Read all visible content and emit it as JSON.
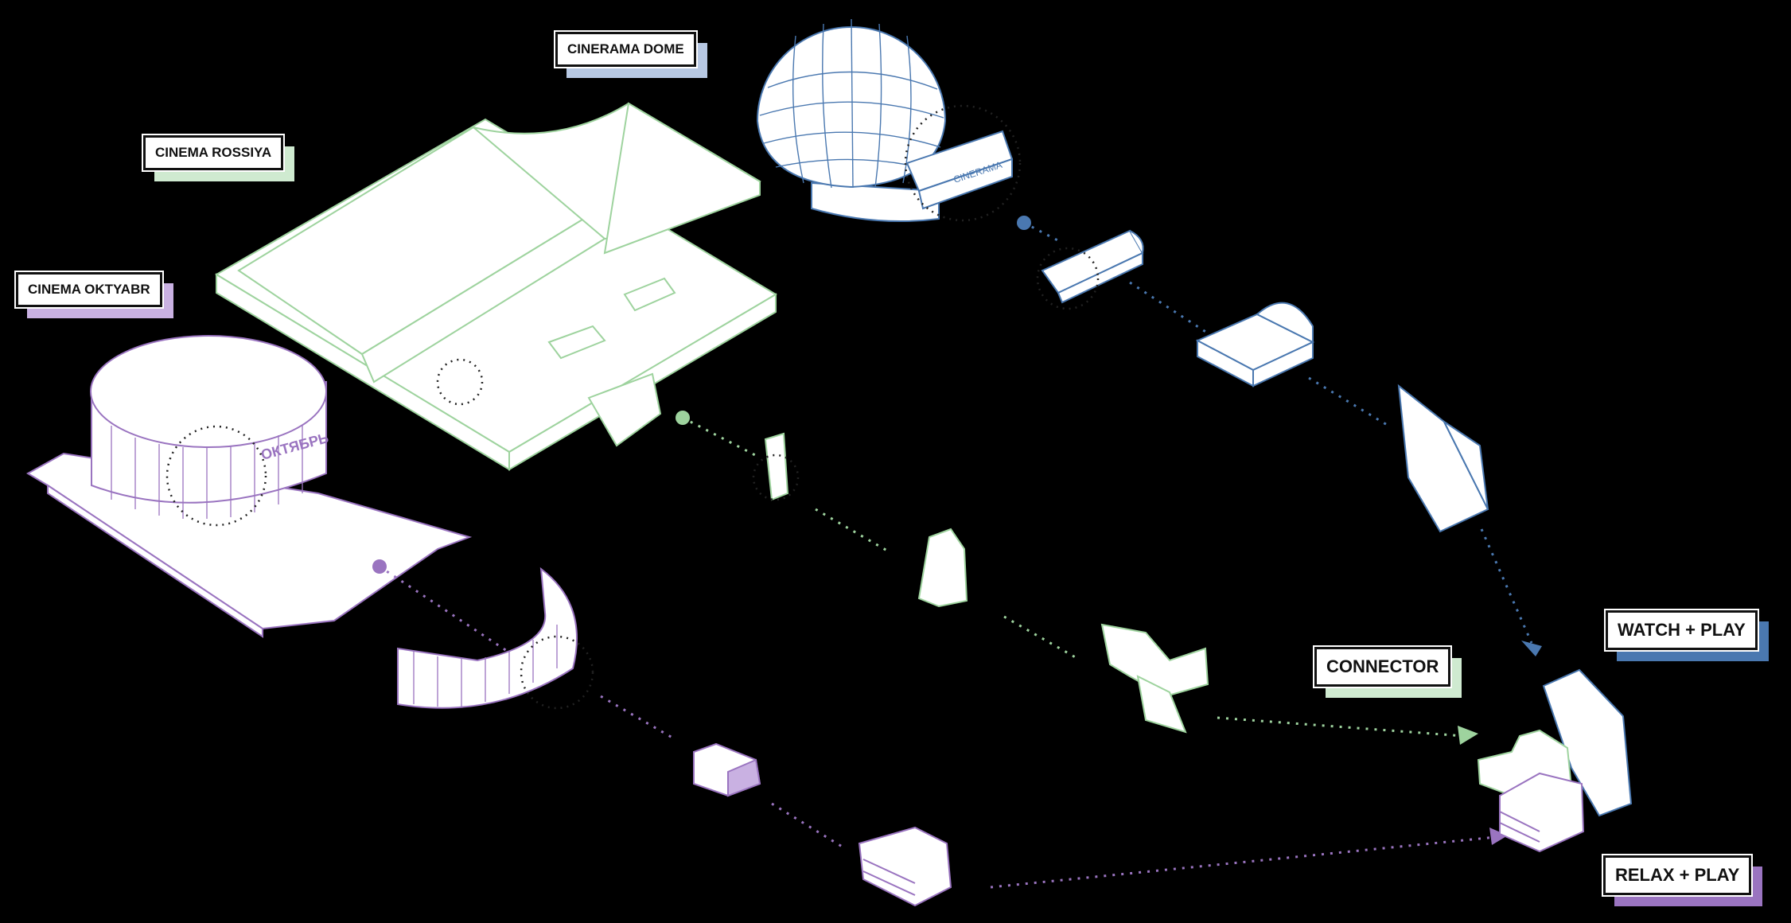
{
  "labels": {
    "cinerama_dome": "CINERAMA DOME",
    "cinema_rossiya": "CINEMA ROSSIYA",
    "cinema_oktyabr": "CINEMA OKTYABR",
    "watch_play": "WATCH + PLAY",
    "connector": "CONNECTOR",
    "relax_play": "RELAX + PLAY"
  },
  "signage": {
    "oktyabr": "ОКТЯБРЬ",
    "cinerama": "CINERAMA"
  },
  "colors": {
    "background": "#000000",
    "green": "#9ed39e",
    "blue": "#4a78b0",
    "purple": "#9a74c0",
    "shadow_green": "#cfead0",
    "shadow_blue": "#b7c8e3",
    "shadow_purple": "#c9b1e2"
  }
}
